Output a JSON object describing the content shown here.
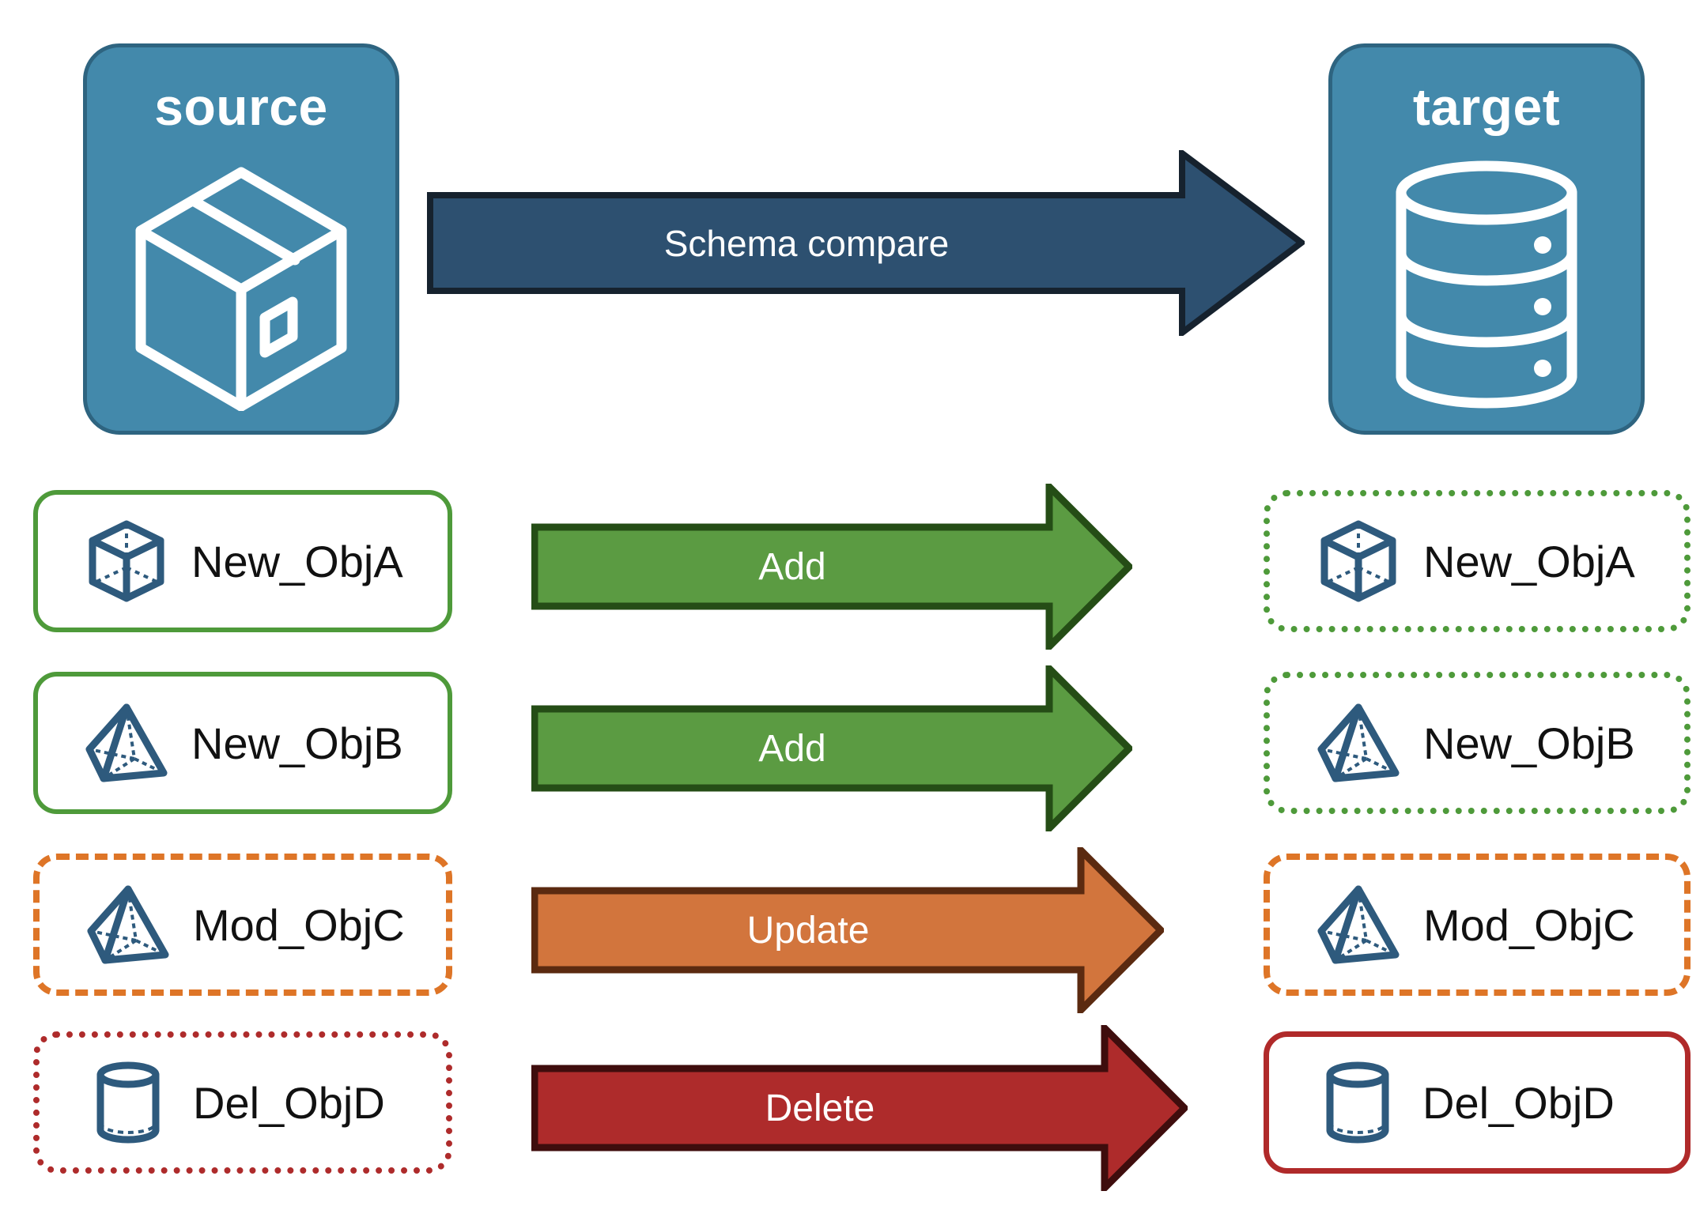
{
  "diagram": {
    "title": "Schema compare between source and target",
    "source": {
      "label": "source",
      "icon": "package-box-icon"
    },
    "target": {
      "label": "target",
      "icon": "database-cylinder-icon"
    },
    "main_arrow": {
      "label": "Schema compare",
      "fill": "#2D5070",
      "stroke": "#16222E"
    },
    "colors": {
      "endpoint_fill": "#4389AB",
      "endpoint_stroke": "#2E6480",
      "object_icon": "#2E5A7D",
      "add_fill": "#5B9B42",
      "add_stroke": "#254D16",
      "update_fill": "#D2753D",
      "update_stroke": "#5B2A10",
      "delete_fill": "#AE2B2B",
      "delete_stroke": "#3F0D0D",
      "green_border": "#4E9A3A",
      "orange_border": "#DE7527",
      "red_border": "#AE2B2B",
      "text_dark": "#111111",
      "text_light": "#FFFFFF"
    },
    "rows": [
      {
        "source_label": "New_ObjA",
        "target_label": "New_ObjA",
        "icon": "cube-wireframe-icon",
        "action": "Add",
        "action_kind": "add",
        "source_border_style": "solid-green",
        "target_border_style": "dotted-green"
      },
      {
        "source_label": "New_ObjB",
        "target_label": "New_ObjB",
        "icon": "pyramid-wireframe-icon",
        "action": "Add",
        "action_kind": "add",
        "source_border_style": "solid-green",
        "target_border_style": "dotted-green"
      },
      {
        "source_label": "Mod_ObjC",
        "target_label": "Mod_ObjC",
        "icon": "pyramid-wireframe-icon",
        "action": "Update",
        "action_kind": "update",
        "source_border_style": "dashed-orange",
        "target_border_style": "dashed-orange"
      },
      {
        "source_label": "Del_ObjD",
        "target_label": "Del_ObjD",
        "icon": "cylinder-icon",
        "action": "Delete",
        "action_kind": "delete",
        "source_border_style": "dotted-red",
        "target_border_style": "solid-red"
      }
    ]
  }
}
